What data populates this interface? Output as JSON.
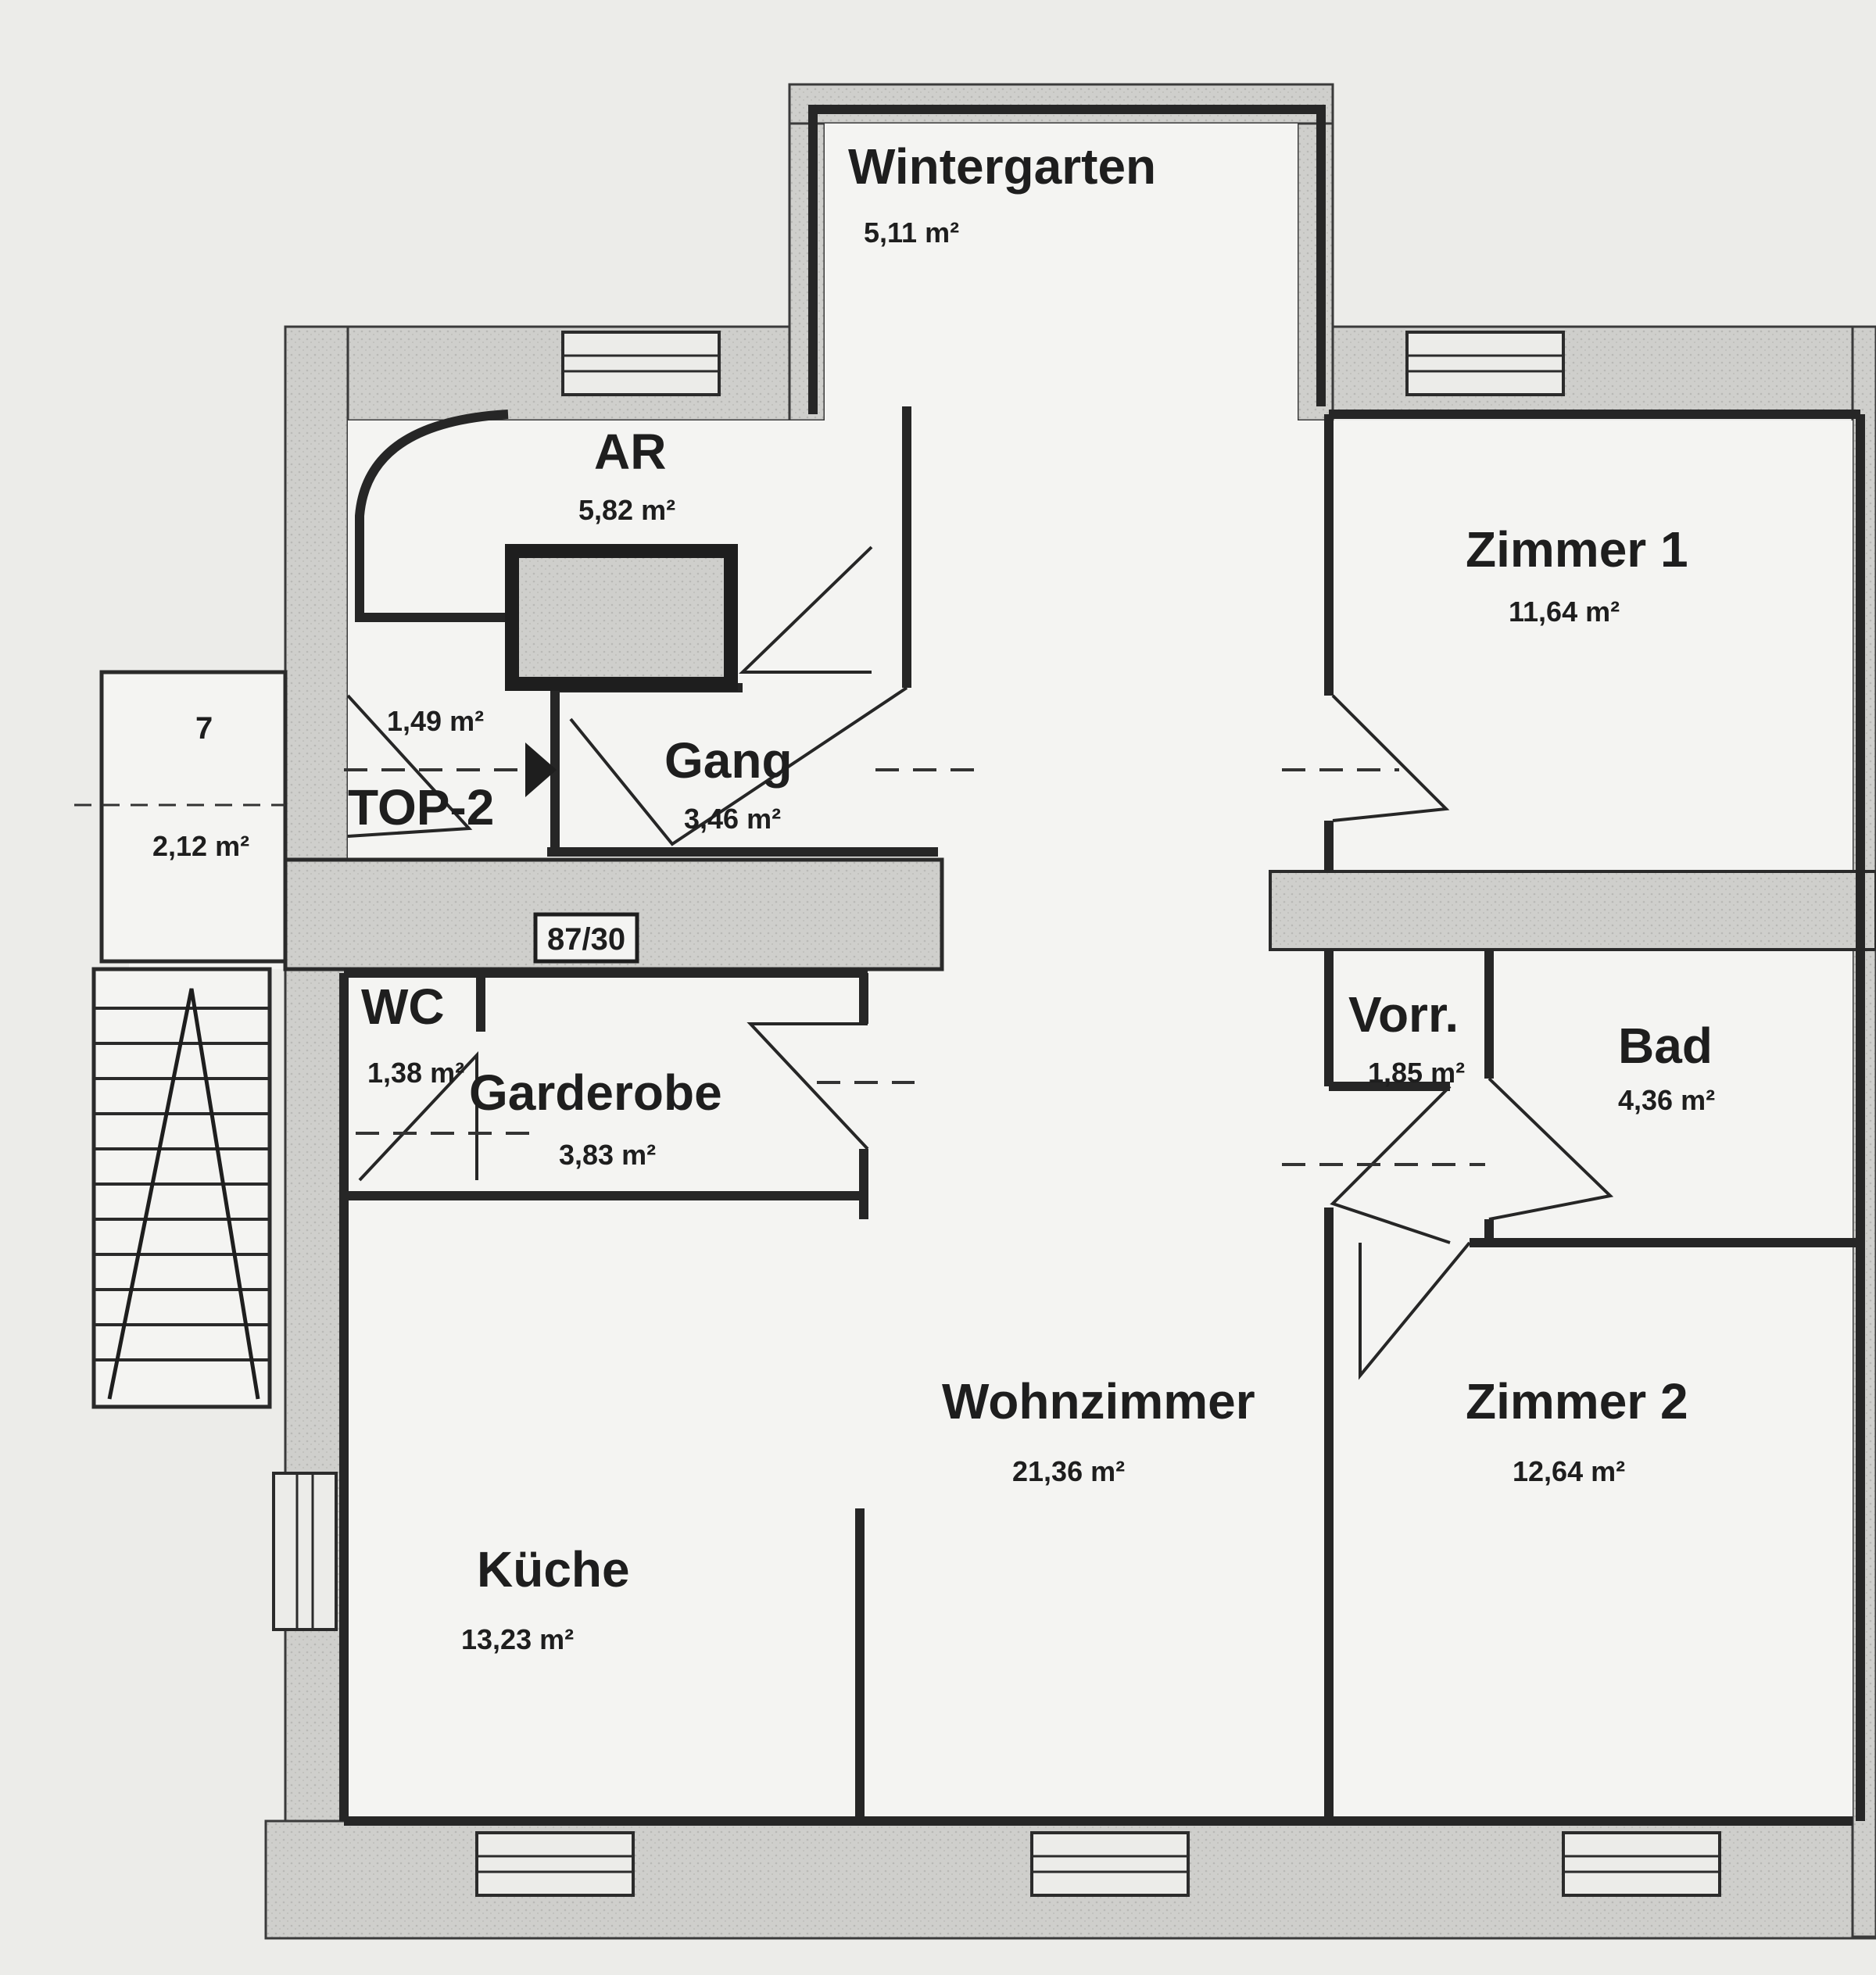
{
  "rooms": {
    "wintergarten": {
      "name": "Wintergarten",
      "area": "5,11 m²"
    },
    "ar": {
      "name": "AR",
      "area": "5,82 m²"
    },
    "entry": {
      "name": "",
      "area": "1,49 m²"
    },
    "top": {
      "name": "TOP-2",
      "area": ""
    },
    "gang": {
      "name": "Gang",
      "area": "3,46 m²"
    },
    "landing": {
      "name": "",
      "area": "2,12 m²"
    },
    "wc": {
      "name": "WC",
      "area": "1,38 m²"
    },
    "garderobe": {
      "name": "Garderobe",
      "area": "3,83 m²"
    },
    "kueche": {
      "name": "Küche",
      "area": "13,23 m²"
    },
    "wohnzimmer": {
      "name": "Wohnzimmer",
      "area": "21,36 m²"
    },
    "zimmer1": {
      "name": "Zimmer 1",
      "area": "11,64 m²"
    },
    "vorr": {
      "name": "Vorr.",
      "area": "1,85 m²"
    },
    "bad": {
      "name": "Bad",
      "area": "4,36 m²"
    },
    "zimmer2": {
      "name": "Zimmer 2",
      "area": "12,64 m²"
    }
  },
  "beam_label": "87/30",
  "stair_mark": "7",
  "colors": {
    "wall": "#2a2a2a",
    "hatch": "#c9c9c6",
    "paper": "#f3f3f1",
    "background": "#e9e9e7"
  }
}
